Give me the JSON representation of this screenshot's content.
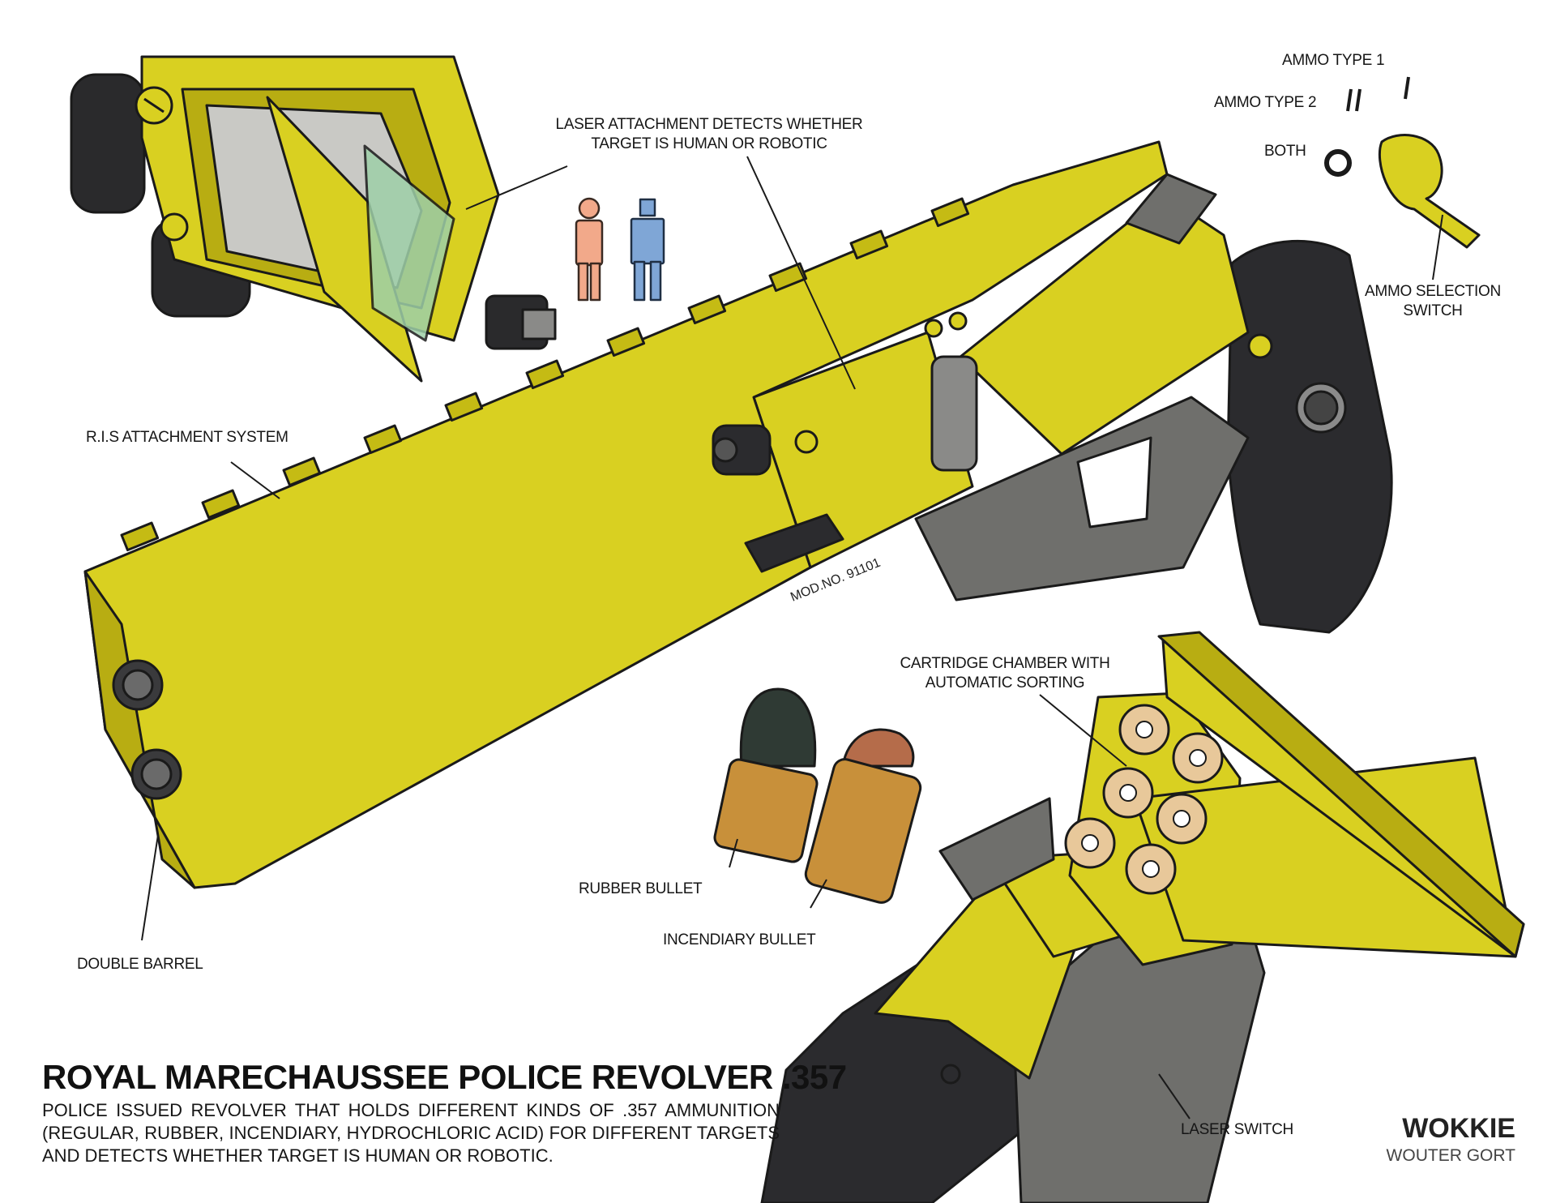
{
  "labels": {
    "ammo_type_1": "AMMO TYPE 1",
    "ammo_type_2": "AMMO TYPE 2",
    "both": "BOTH",
    "laser_line1": "LASER ATTACHMENT DETECTS WHETHER",
    "laser_line2": "TARGET IS HUMAN OR ROBOTIC",
    "ammo_selection_line1": "AMMO SELECTION",
    "ammo_selection_line2": "SWITCH",
    "ris": "R.I.S ATTACHMENT SYSTEM",
    "double_barrel": "DOUBLE BARREL",
    "cartridge_line1": "CARTRIDGE  CHAMBER WITH",
    "cartridge_line2": "AUTOMATIC SORTING",
    "rubber_bullet": "RUBBER BULLET",
    "incendiary_bullet": "INCENDIARY BULLET",
    "laser_switch": "LASER SWITCH",
    "model_no": "MOD.NO. 91101"
  },
  "title": "ROYAL MARECHAUSSEE POLICE REVOLVER .357",
  "description": "POLICE ISSUED REVOLVER THAT HOLDS DIFFERENT KINDS OF .357 AMMUNITION (REGULAR, RUBBER, INCENDIARY, HYDROCHLORIC ACID) FOR DIFFERENT TARGETS AND DETECTS WHETHER TARGET IS HUMAN OR ROBOTIC.",
  "brand": "WOKKIE",
  "artist": "WOUTER GORT",
  "colors": {
    "body_yellow": "#d9d021",
    "body_yellow_dark": "#b8ad12",
    "grip_black": "#2b2b2e",
    "frame_grey": "#6f6f6c",
    "brass": "#c8903a",
    "human_icon": "#f2a98a",
    "robot_icon": "#7fa6d6"
  },
  "icons": [
    "human-figure-icon",
    "robot-figure-icon",
    "selector-switch-icon"
  ]
}
